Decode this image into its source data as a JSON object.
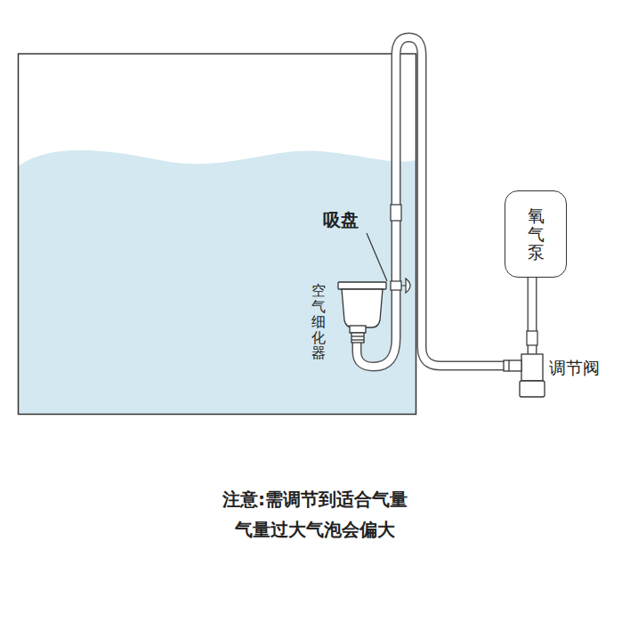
{
  "diagram": {
    "nodes": [
      {
        "text": [
          "氧气泵"
        ]
      }
    ],
    "labels": [
      "吸盘",
      "空气细化器",
      "调节阀",
      "注意:需调节到适合气量",
      "气量过大气泡会偏大"
    ]
  }
}
